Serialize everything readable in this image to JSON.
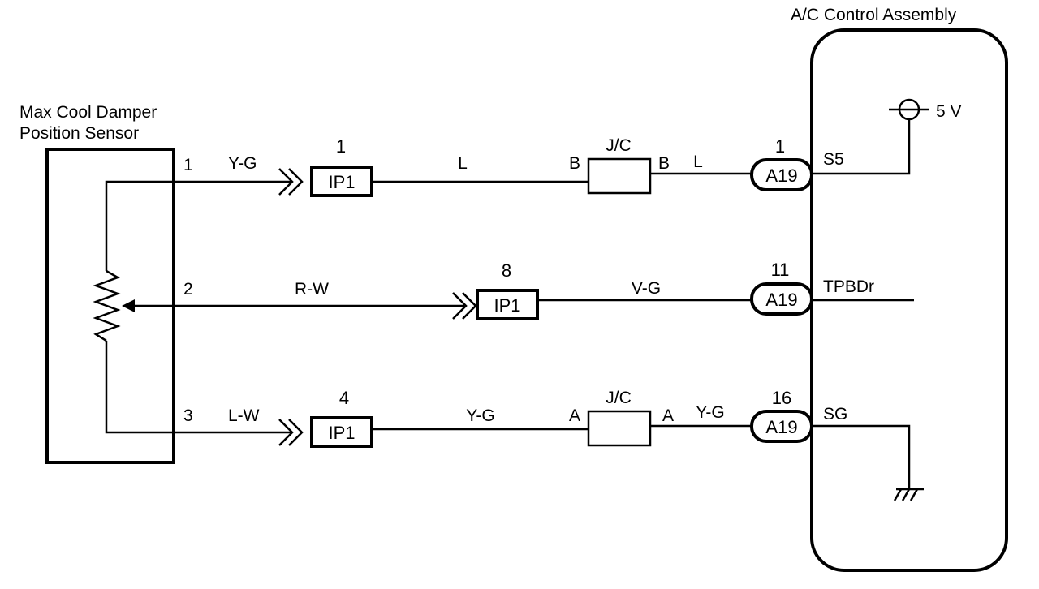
{
  "sensor": {
    "title_line1": "Max Cool Damper",
    "title_line2": "Position Sensor",
    "pin1": "1",
    "pin2": "2",
    "pin3": "3"
  },
  "control_assembly": {
    "title": "A/C Control Assembly",
    "supply": "5 V",
    "term_s5": "S5",
    "term_tpbdr": "TPBDr",
    "term_sg": "SG"
  },
  "wires": {
    "row1_sensor_side": "Y-G",
    "row1_middle": "L",
    "row1_ecu_side": "L",
    "row2_sensor_side": "R-W",
    "row2_ecu_side": "V-G",
    "row3_sensor_side": "L-W",
    "row3_middle": "Y-G",
    "row3_ecu_side": "Y-G"
  },
  "connectors": {
    "ip1_row1": {
      "pin": "1",
      "label": "IP1"
    },
    "ip1_row2": {
      "pin": "8",
      "label": "IP1"
    },
    "ip1_row3": {
      "pin": "4",
      "label": "IP1"
    },
    "a19_row1": {
      "pin": "1",
      "label": "A19"
    },
    "a19_row2": {
      "pin": "11",
      "label": "A19"
    },
    "a19_row3": {
      "pin": "16",
      "label": "A19"
    }
  },
  "junctions": {
    "jc_row1": {
      "label": "J/C",
      "left": "B",
      "right": "B"
    },
    "jc_row3": {
      "label": "J/C",
      "left": "A",
      "right": "A"
    }
  }
}
